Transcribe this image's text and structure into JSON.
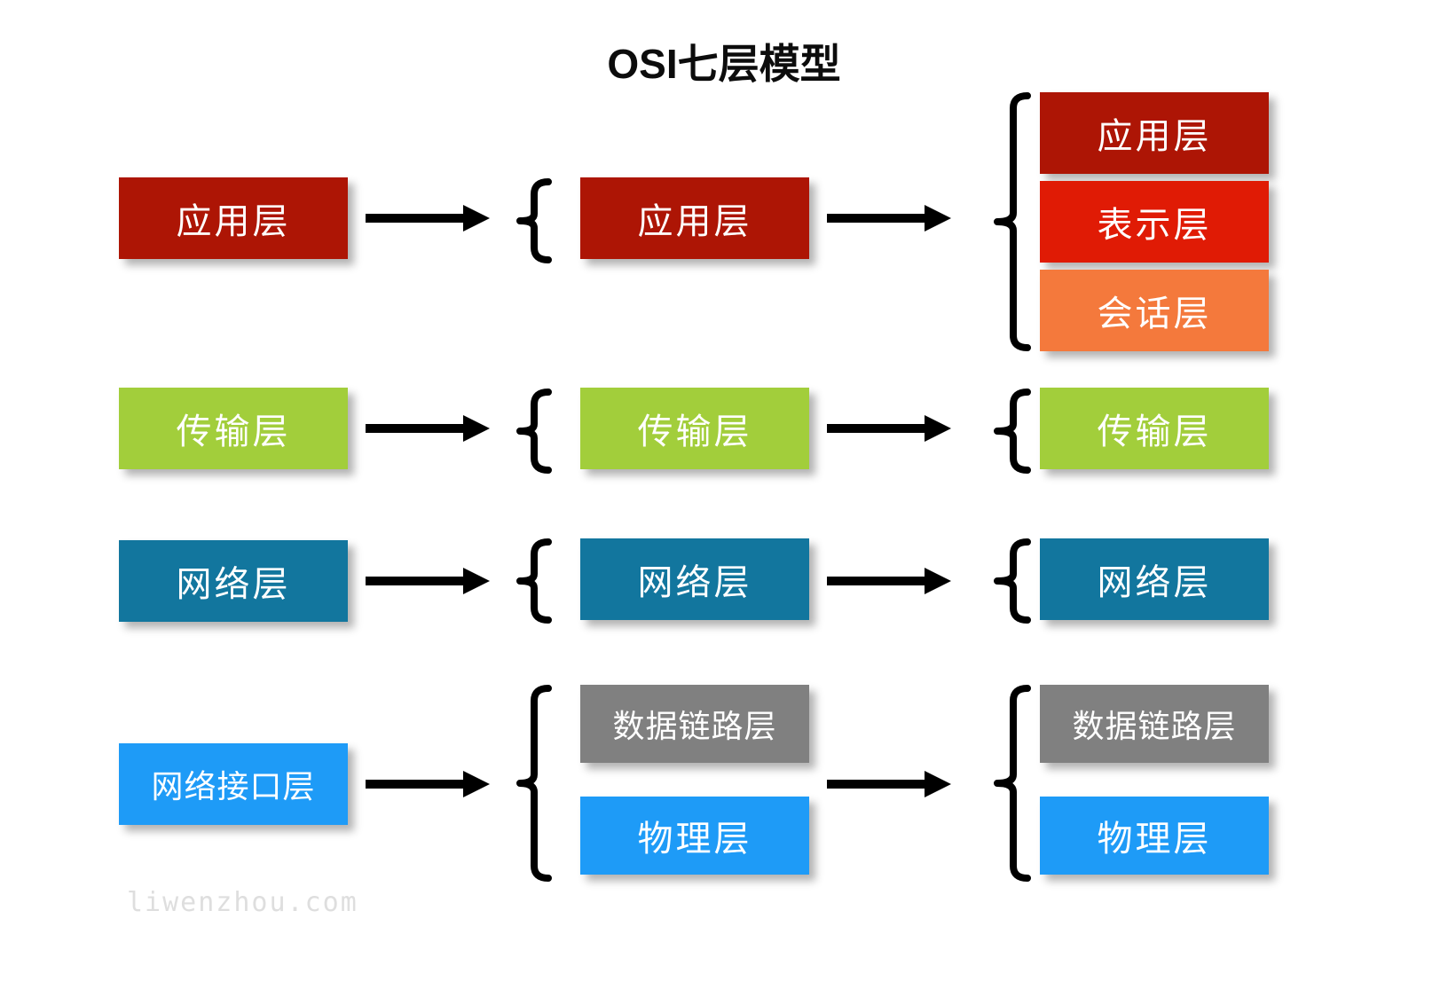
{
  "title": "OSI七层模型",
  "watermark": "liwenzhou.com",
  "colors": {
    "application": "#ad1505",
    "presentation": "#e01b05",
    "session": "#f4793c",
    "transport": "#a2ce3b",
    "network": "#12769e",
    "datalink": "#808080",
    "physical": "#1e9bf7",
    "network_interface": "#1e9bf7",
    "arrow": "#000000",
    "brace": "#000000",
    "title": "#0c0c0c",
    "watermark": "#dedede",
    "background": "#ffffff"
  },
  "columns": [
    {
      "name": "four-layer-model",
      "layers": [
        "应用层",
        "传输层",
        "网络层",
        "网络接口层"
      ]
    },
    {
      "name": "five-layer-model",
      "layers": [
        "应用层",
        "传输层",
        "网络层",
        "数据链路层",
        "物理层"
      ]
    },
    {
      "name": "seven-layer-model",
      "layers": [
        "应用层",
        "表示层",
        "会话层",
        "传输层",
        "网络层",
        "数据链路层",
        "物理层"
      ]
    }
  ],
  "col1": {
    "application": "应用层",
    "transport": "传输层",
    "network": "网络层",
    "network_interface": "网络接口层"
  },
  "col2": {
    "application": "应用层",
    "transport": "传输层",
    "network": "网络层",
    "datalink": "数据链路层",
    "physical": "物理层"
  },
  "col3": {
    "application": "应用层",
    "presentation": "表示层",
    "session": "会话层",
    "transport": "传输层",
    "network": "网络层",
    "datalink": "数据链路层",
    "physical": "物理层"
  },
  "arrows": {
    "row1_a": "arrow-right",
    "row1_b": "arrow-right",
    "row2_a": "arrow-right",
    "row2_b": "arrow-right",
    "row3_a": "arrow-right",
    "row3_b": "arrow-right",
    "row4_a": "arrow-right",
    "row4_b": "arrow-right"
  }
}
